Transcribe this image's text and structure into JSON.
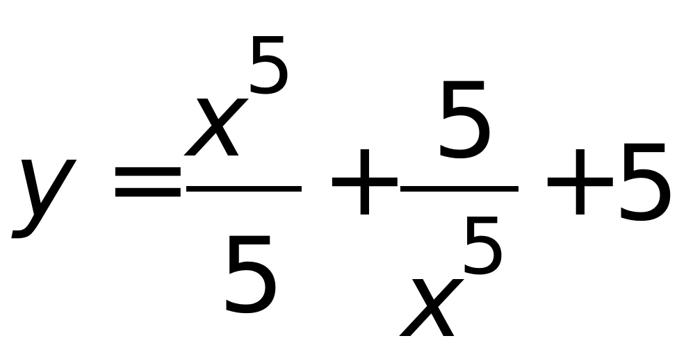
{
  "equation": {
    "lhs": "y",
    "equals": "=",
    "term1": {
      "numerator_base": "x",
      "numerator_exponent": "5",
      "denominator": "5"
    },
    "plus_1": "+",
    "term2": {
      "numerator": "5",
      "denominator_base": "x",
      "denominator_exponent": "5"
    },
    "plus_2": "+",
    "constant": "5"
  }
}
